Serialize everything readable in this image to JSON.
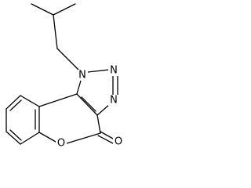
{
  "molecule": {
    "atoms": {
      "n1": "N",
      "n2": "N",
      "n3": "N",
      "o_ring": "O",
      "o_carbonyl": "O"
    }
  }
}
